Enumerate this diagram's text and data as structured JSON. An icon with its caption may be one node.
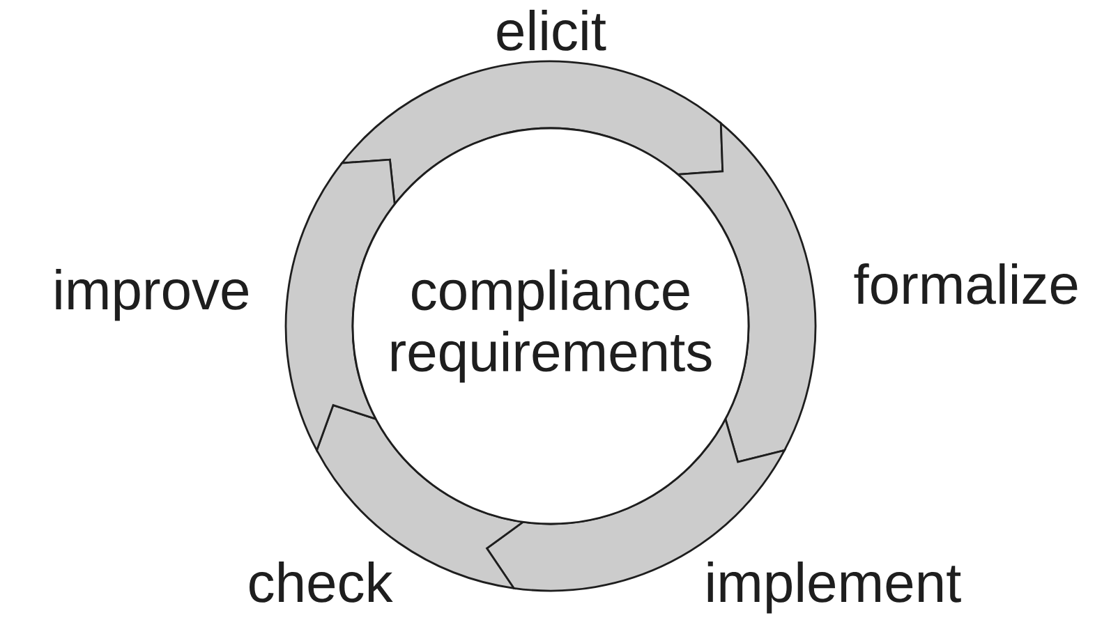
{
  "diagram": {
    "nodes": [
      {
        "text": [
          "elicit"
        ]
      },
      {
        "text": [
          "formalize"
        ]
      },
      {
        "text": [
          "implement"
        ]
      },
      {
        "text": [
          "check"
        ]
      },
      {
        "text": [
          "improve"
        ]
      },
      {
        "text": [
          "compliance requirements"
        ]
      }
    ]
  }
}
